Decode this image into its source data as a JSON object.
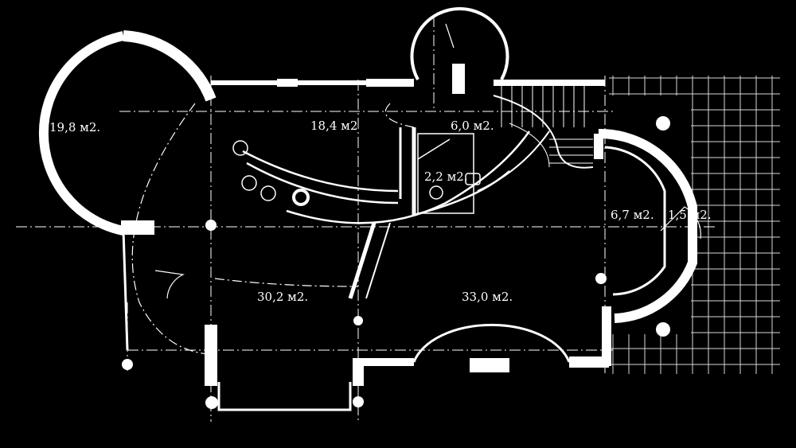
{
  "colors": {
    "background": "#000000",
    "line": "#ffffff",
    "grid": "#d9d9d9"
  },
  "rooms": [
    {
      "id": "left-round-room",
      "area": "19,8 м2."
    },
    {
      "id": "dining",
      "area": "18,4 м2"
    },
    {
      "id": "hall",
      "area": "6,0 м2."
    },
    {
      "id": "bathroom",
      "area": "2,2 м2."
    },
    {
      "id": "living-left",
      "area": "30,2 м2."
    },
    {
      "id": "living-right",
      "area": "33,0 м2."
    },
    {
      "id": "bay-room",
      "area": "6,7 м2."
    },
    {
      "id": "porch",
      "area": "1,5 м2."
    }
  ],
  "icons": [
    "column-icon",
    "door-swing-icon",
    "stair-icon",
    "toilet-icon",
    "sink-icon"
  ]
}
